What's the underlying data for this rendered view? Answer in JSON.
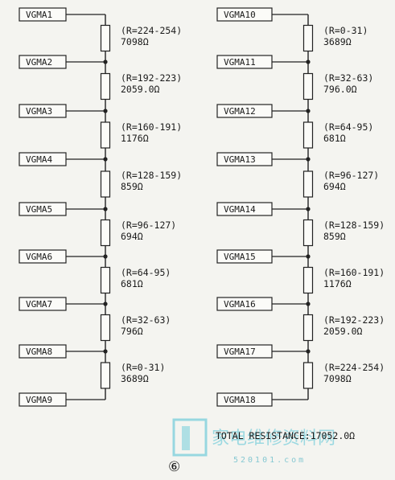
{
  "left_column": {
    "nodes": [
      "VGMA1",
      "VGMA2",
      "VGMA3",
      "VGMA4",
      "VGMA5",
      "VGMA6",
      "VGMA7",
      "VGMA8",
      "VGMA9"
    ],
    "resistors": [
      {
        "range": "(R=224-254)",
        "value": "7098Ω"
      },
      {
        "range": "(R=192-223)",
        "value": "2059.0Ω"
      },
      {
        "range": "(R=160-191)",
        "value": "1176Ω"
      },
      {
        "range": "(R=128-159)",
        "value": "859Ω"
      },
      {
        "range": "(R=96-127)",
        "value": "694Ω"
      },
      {
        "range": "(R=64-95)",
        "value": "681Ω"
      },
      {
        "range": "(R=32-63)",
        "value": "796Ω"
      },
      {
        "range": "(R=0-31)",
        "value": "3689Ω"
      }
    ]
  },
  "right_column": {
    "nodes": [
      "VGMA10",
      "VGMA11",
      "VGMA12",
      "VGMA13",
      "VGMA14",
      "VGMA15",
      "VGMA16",
      "VGMA17",
      "VGMA18"
    ],
    "resistors": [
      {
        "range": "(R=0-31)",
        "value": "3689Ω"
      },
      {
        "range": "(R=32-63)",
        "value": "796.0Ω"
      },
      {
        "range": "(R=64-95)",
        "value": "681Ω"
      },
      {
        "range": "(R=96-127)",
        "value": "694Ω"
      },
      {
        "range": "(R=128-159)",
        "value": "859Ω"
      },
      {
        "range": "(R=160-191)",
        "value": "1176Ω"
      },
      {
        "range": "(R=192-223)",
        "value": "2059.0Ω"
      },
      {
        "range": "(R=224-254)",
        "value": "7098Ω"
      }
    ]
  },
  "total_resistance": "TOTAL RESISTANCE:17052.0Ω",
  "watermark": {
    "text": "家电维修资料网",
    "url": "520101.com"
  },
  "page_number": "⑥"
}
